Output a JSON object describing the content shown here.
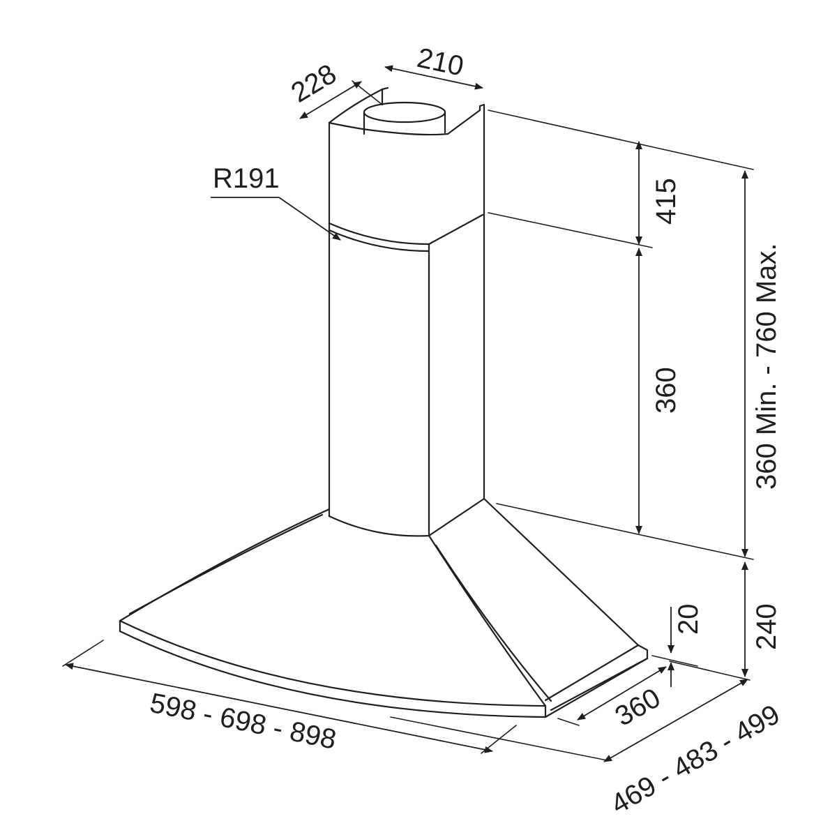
{
  "diagram": {
    "labels": {
      "radius": "R191",
      "chimney_width": "210",
      "chimney_depth": "228",
      "upper_chimney_height": "415",
      "lower_chimney_height": "360",
      "chimney_adjustable": "360 Min. - 760 Max.",
      "canopy_height": "240",
      "rim_thickness": "20",
      "canopy_side_depth": "360",
      "overall_width": "598 - 698 - 898",
      "overall_depth": "469 - 483 - 499"
    }
  }
}
